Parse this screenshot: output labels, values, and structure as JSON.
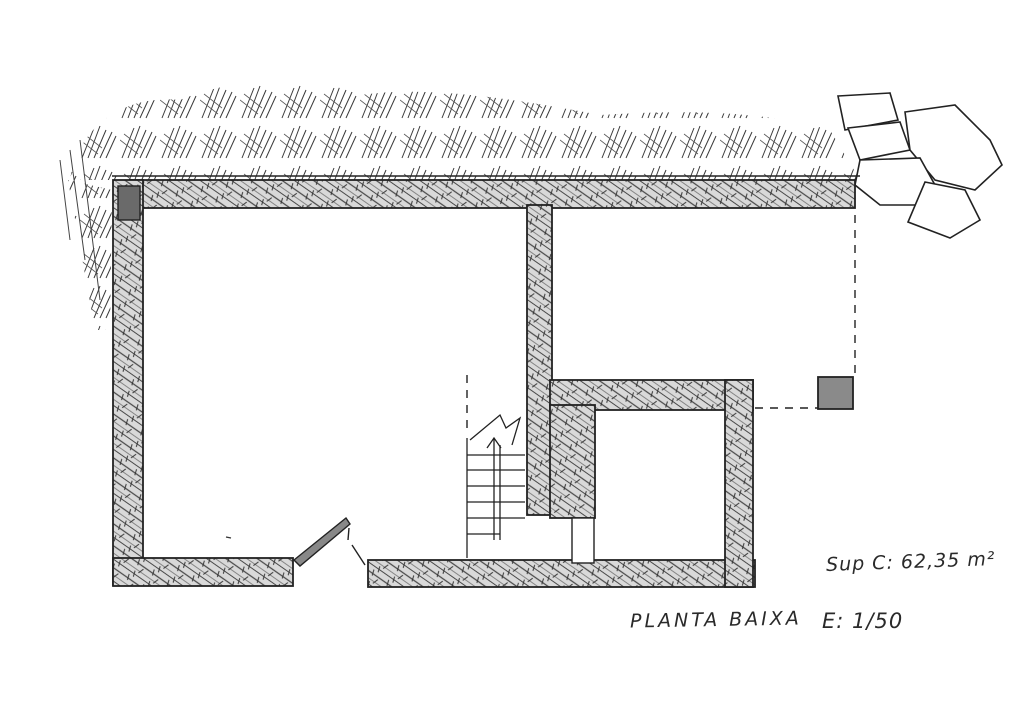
{
  "drawing": {
    "area_note": "Sup C: 62,35 m²",
    "title": "PLANTA BAIXA",
    "scale": "E: 1/50"
  },
  "colors": {
    "ink": "#2a2a2a",
    "wall_fill": "#d6d6d6",
    "hatch": "#3a3a3a",
    "paper": "#ffffff"
  }
}
